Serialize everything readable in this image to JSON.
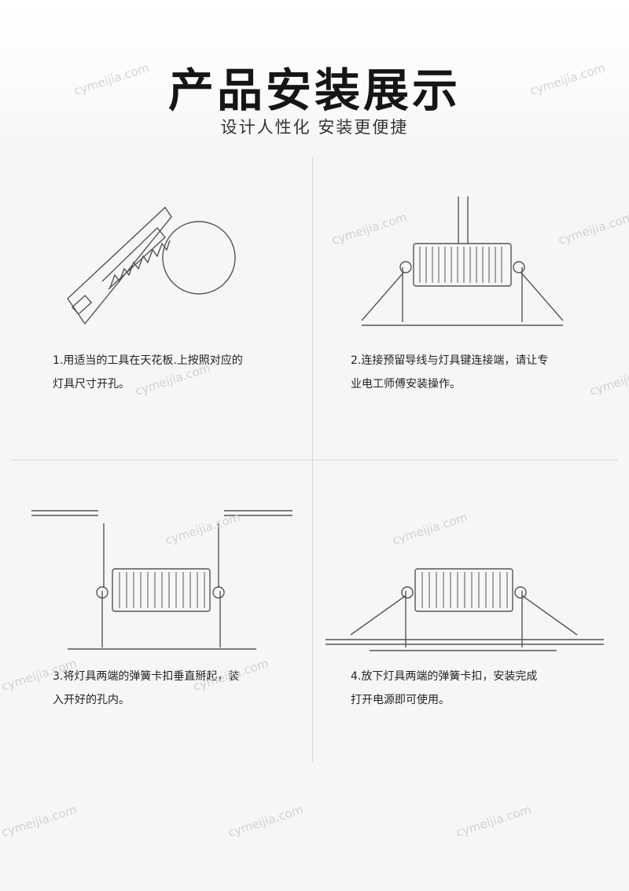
{
  "header": {
    "title": "产品安装展示",
    "subtitle": "设计人性化 安装更便捷"
  },
  "steps": [
    {
      "caption_line1": "1.用适当的工具在天花板.上按照对应的",
      "caption_line2": "灯具尺寸开孔。",
      "illustration": "saw-and-circle-hole"
    },
    {
      "caption_line1": "2.连接预留导线与灯具键连接端，请让专",
      "caption_line2": "业电工师傅安装操作。",
      "illustration": "light-with-wire"
    },
    {
      "caption_line1": "3.将灯具两端的弹簧卡扣垂直掰起，装",
      "caption_line2": "入开好的孔内。",
      "illustration": "light-springs-up"
    },
    {
      "caption_line1": "4.放下灯具两端的弹簧卡扣，安装完成",
      "caption_line2": "打开电源即可使用。",
      "illustration": "light-installed"
    }
  ],
  "watermark": "cymeijia.com"
}
